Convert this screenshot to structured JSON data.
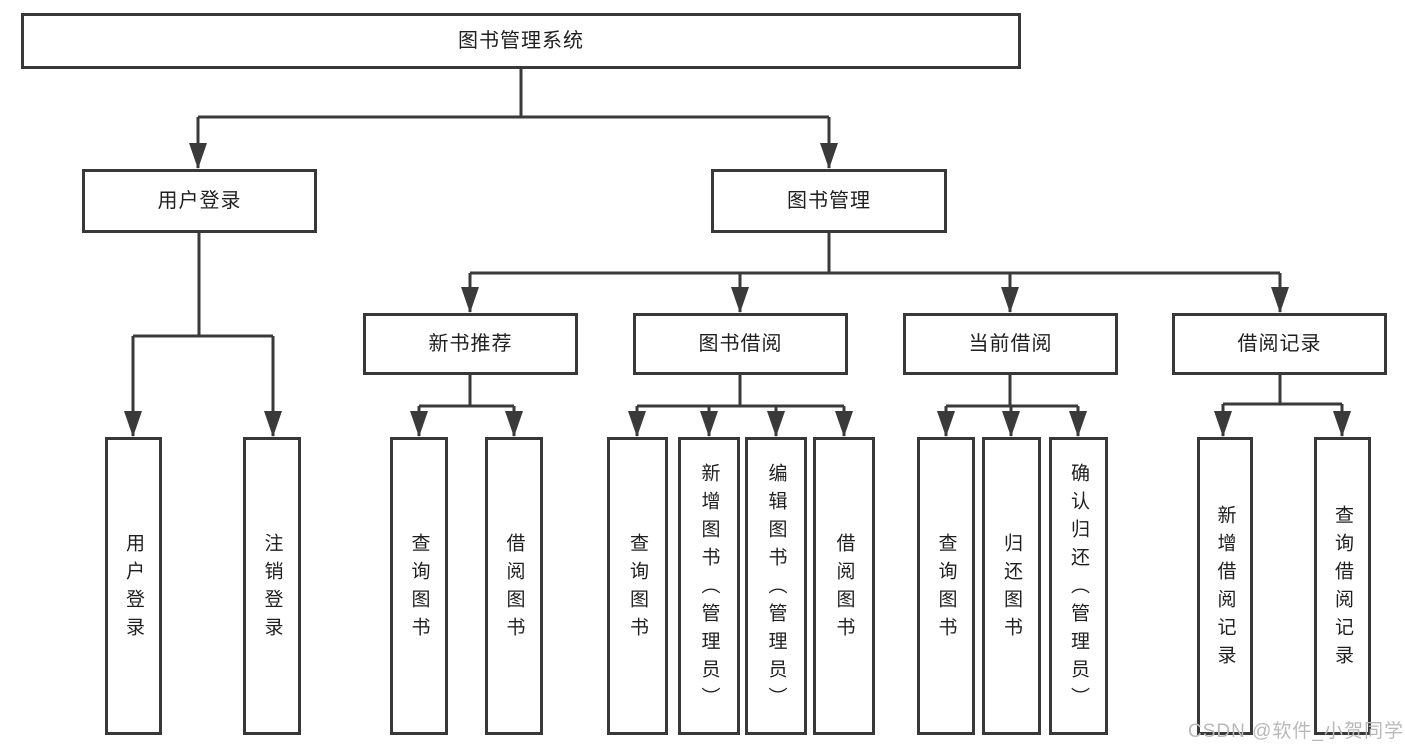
{
  "diagram": {
    "title": "图书管理系统",
    "watermark": "CSDN @软件_小贺同学",
    "colors": {
      "line": "#3a3a3a",
      "box_border": "#383838",
      "text": "#1f1f1f",
      "watermark_text": "#b9b9b9"
    },
    "tree": {
      "root": "图书管理系统",
      "children": [
        {
          "label": "用户登录",
          "children": [
            "用户登录",
            "注销登录"
          ]
        },
        {
          "label": "图书管理",
          "children": [
            {
              "label": "新书推荐",
              "children": [
                "查询图书",
                "借阅图书"
              ]
            },
            {
              "label": "图书借阅",
              "children": [
                "查询图书",
                "新增图书（管理员）",
                "编辑图书（管理员）",
                "借阅图书"
              ]
            },
            {
              "label": "当前借阅",
              "children": [
                "查询图书",
                "归还图书",
                "确认归还（管理员）"
              ]
            },
            {
              "label": "借阅记录",
              "children": [
                "新增借阅记录",
                "查询借阅记录"
              ]
            }
          ]
        }
      ]
    }
  }
}
